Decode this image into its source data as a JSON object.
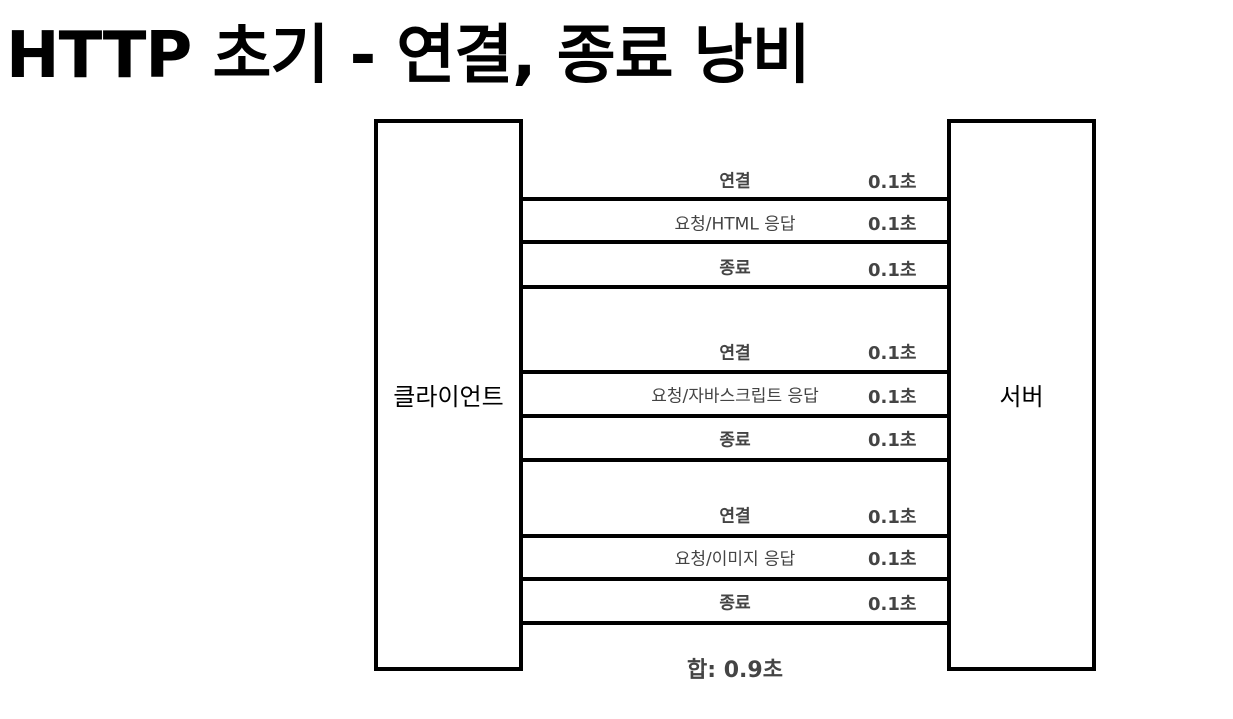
{
  "title": "HTTP 초기 - 연결, 종료 낭비",
  "client_label": "클라이언트",
  "server_label": "서버",
  "steps": [
    {
      "label": "연결",
      "time": "0.1초"
    },
    {
      "label": "요청/HTML 응답",
      "time": "0.1초"
    },
    {
      "label": "종료",
      "time": "0.1초"
    },
    {
      "label": "연결",
      "time": "0.1초"
    },
    {
      "label": "요청/자바스크립트 응답",
      "time": "0.1초"
    },
    {
      "label": "종료",
      "time": "0.1초"
    },
    {
      "label": "연결",
      "time": "0.1초"
    },
    {
      "label": "요청/이미지 응답",
      "time": "0.1초"
    },
    {
      "label": "종료",
      "time": "0.1초"
    }
  ],
  "total": "합: 0.9초"
}
